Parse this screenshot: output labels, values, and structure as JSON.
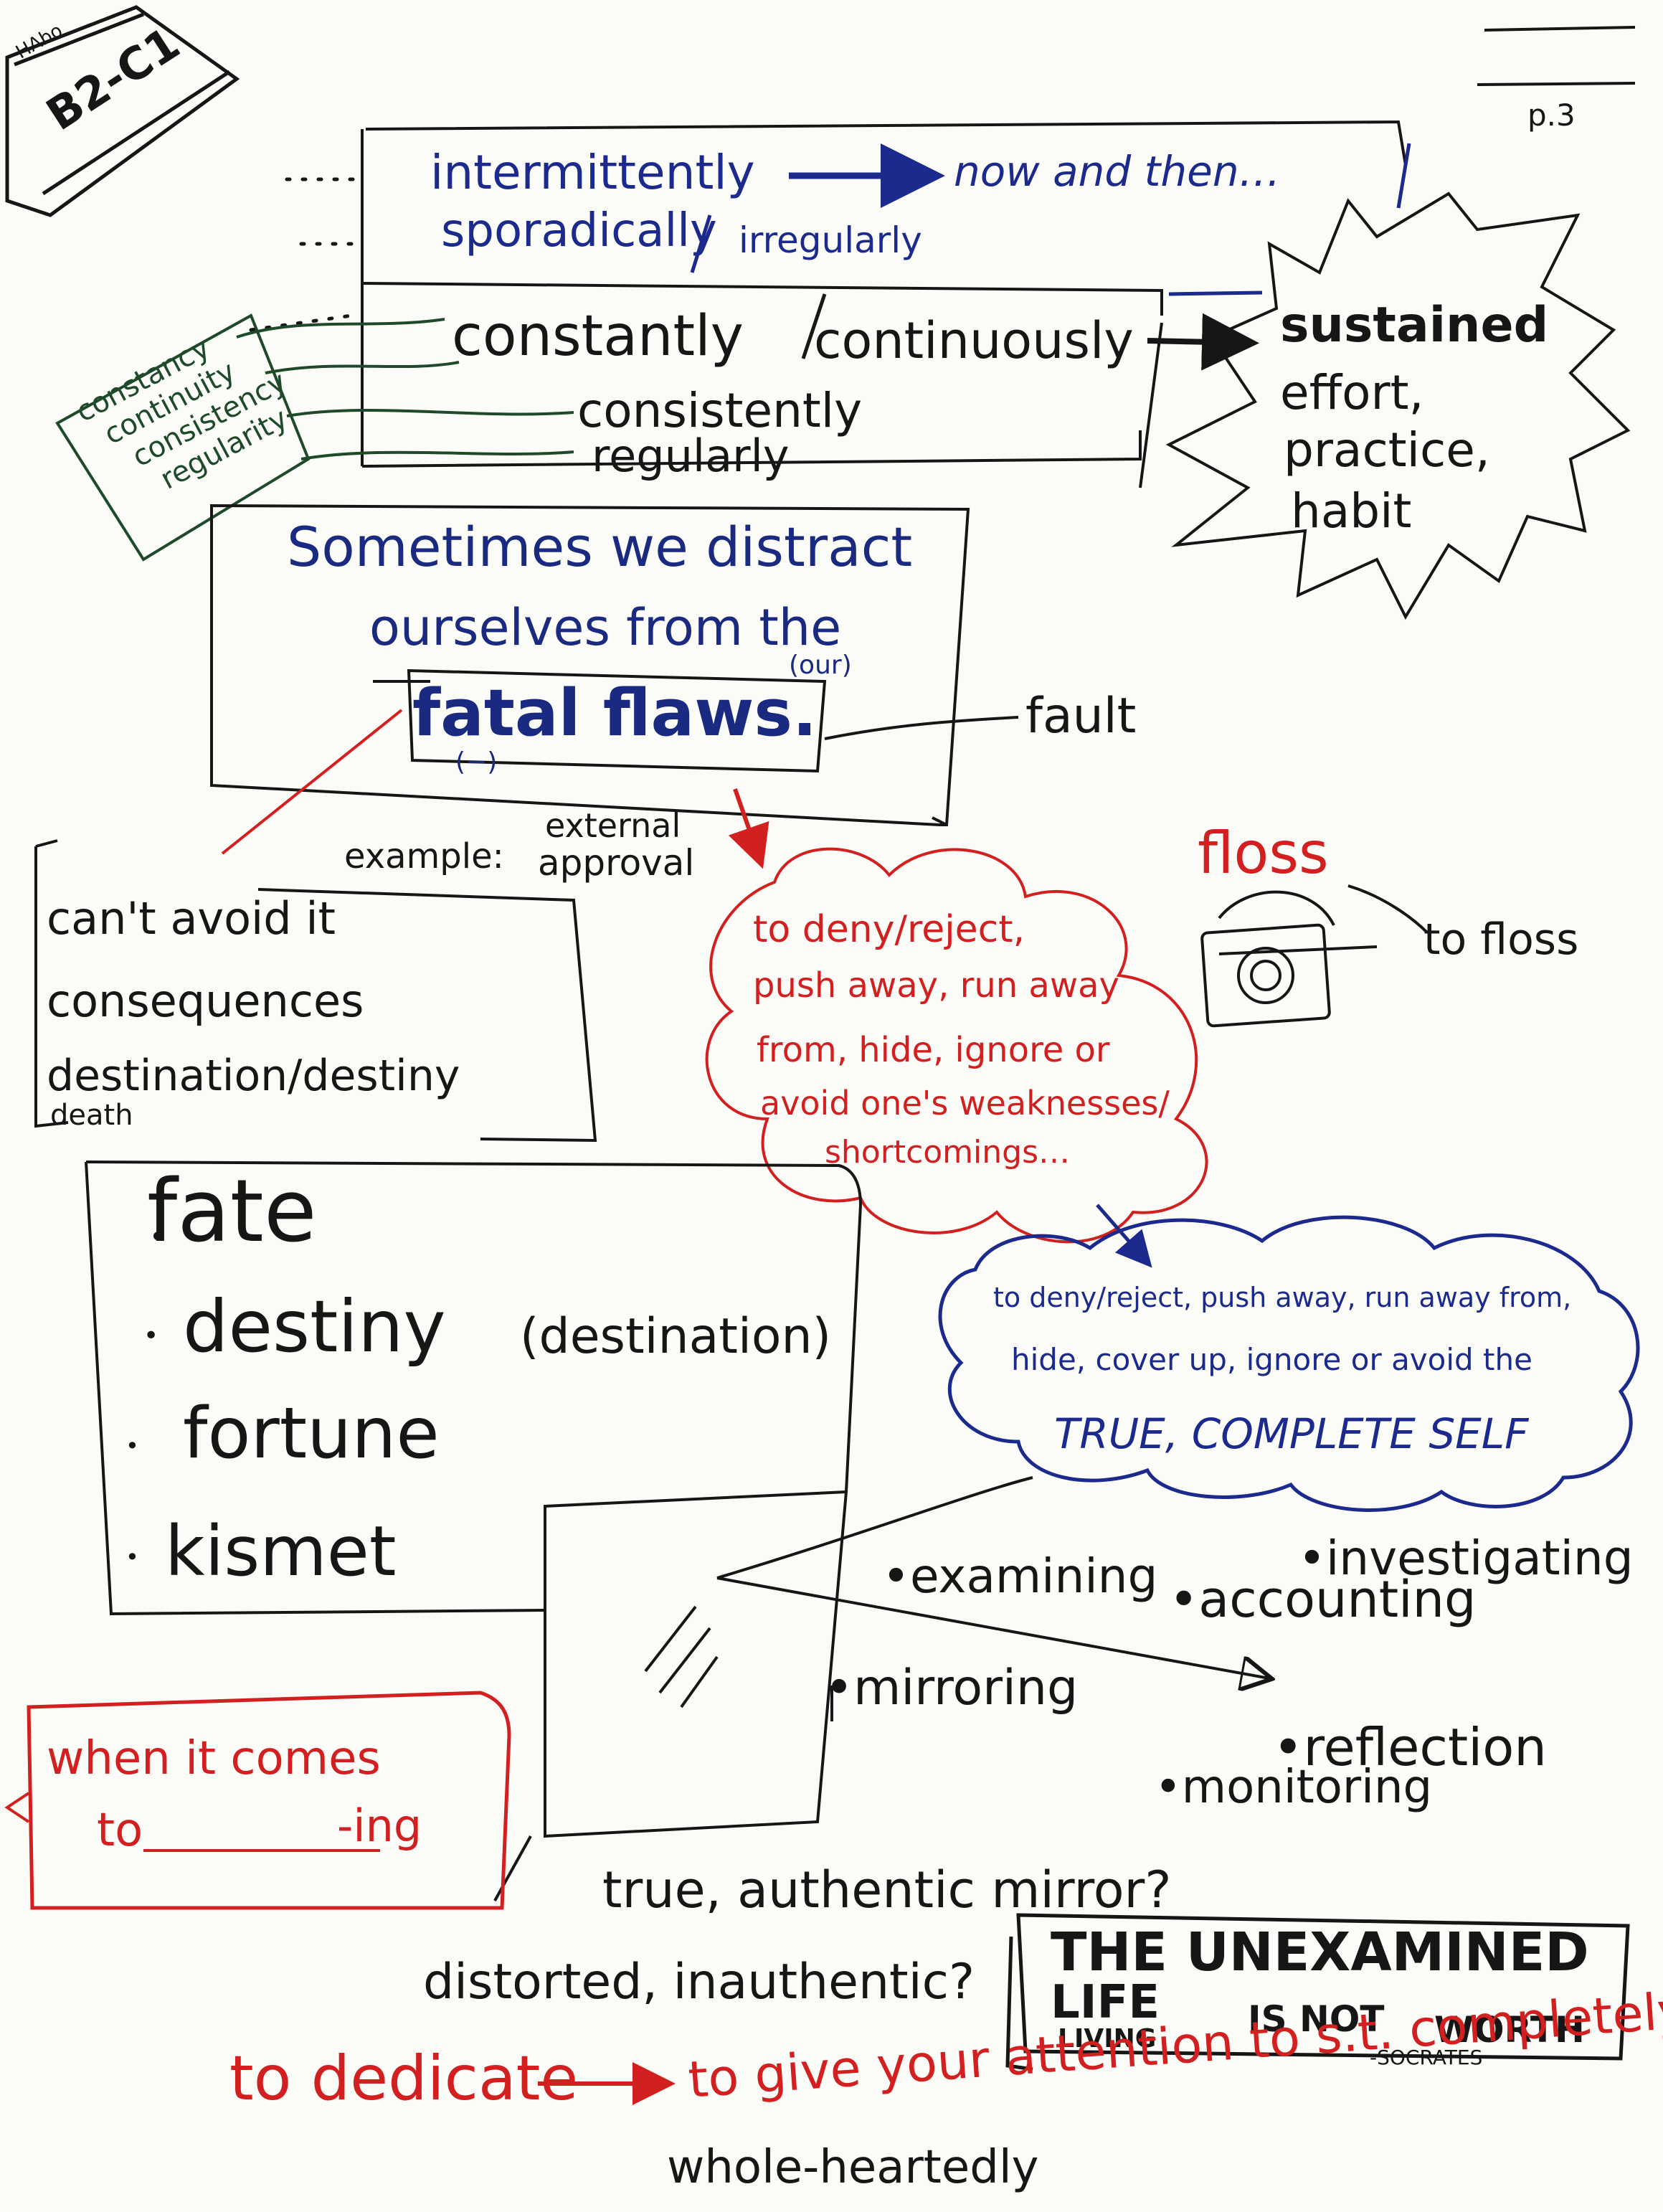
{
  "corner": {
    "level": "B2-C1",
    "initials": "HAbo"
  },
  "page": {
    "number": "p.3"
  },
  "frequency": {
    "intermittently": "intermittently",
    "arrow_label": "now and then…",
    "sporadically": "sporadically",
    "irregularly": "irregularly",
    "constantly": "constantly",
    "continuously": "continuously",
    "consistently": "consistently",
    "regularly": "regularly",
    "nouns": [
      "constancy",
      "continuity",
      "consistency",
      "regularity"
    ],
    "burst": [
      "sustained",
      "effort,",
      "practice,",
      "habit"
    ]
  },
  "sentence": {
    "line1": "Sometimes we distract",
    "line2": "ourselves from the",
    "our": "(our)",
    "phrase": "fatal flaws.",
    "minus": "(−)",
    "fault": "fault"
  },
  "example": {
    "label": "example:",
    "external": "external",
    "approval": "approval",
    "bullets": [
      "can't avoid it",
      "consequences",
      "destination/destiny",
      "death"
    ]
  },
  "floss": {
    "word": "floss",
    "verb": "to floss"
  },
  "red_cloud": {
    "lines": [
      "to deny/reject,",
      "push away, run away",
      "from, hide, ignore or",
      "avoid one's weaknesses/",
      "shortcomings…"
    ]
  },
  "blue_cloud": {
    "lines": [
      "to deny/reject, push away, run away from,",
      "hide, cover up, ignore or avoid the"
    ],
    "emphasis": "TRUE, COMPLETE SELF"
  },
  "fate_box": {
    "items": [
      "fate",
      "destiny",
      "fortune",
      "kismet"
    ],
    "destination": "(destination)"
  },
  "mirror_words": [
    "examining",
    "investigating",
    "accounting",
    "mirroring",
    "reflection",
    "monitoring"
  ],
  "when_box": {
    "line1": "when it comes",
    "line2": "to",
    "suffix": "-ing"
  },
  "mirror_questions": [
    "true, authentic mirror?",
    "distorted, inauthentic?"
  ],
  "quote": {
    "line1": "THE UNEXAMINED",
    "line2a": "LIFE",
    "line2b": "IS NOT",
    "line3a": "LIVING",
    "line3b": "WORTH",
    "author": "-SOCRATES"
  },
  "dedicate": {
    "verb": "to dedicate",
    "meaning": "to give your attention to s.t. completely",
    "synonym": "whole-heartedly"
  },
  "colors": {
    "blue": "#1b2a8c",
    "red": "#d21f1f",
    "green": "#1f4a2a",
    "black": "#161616"
  }
}
